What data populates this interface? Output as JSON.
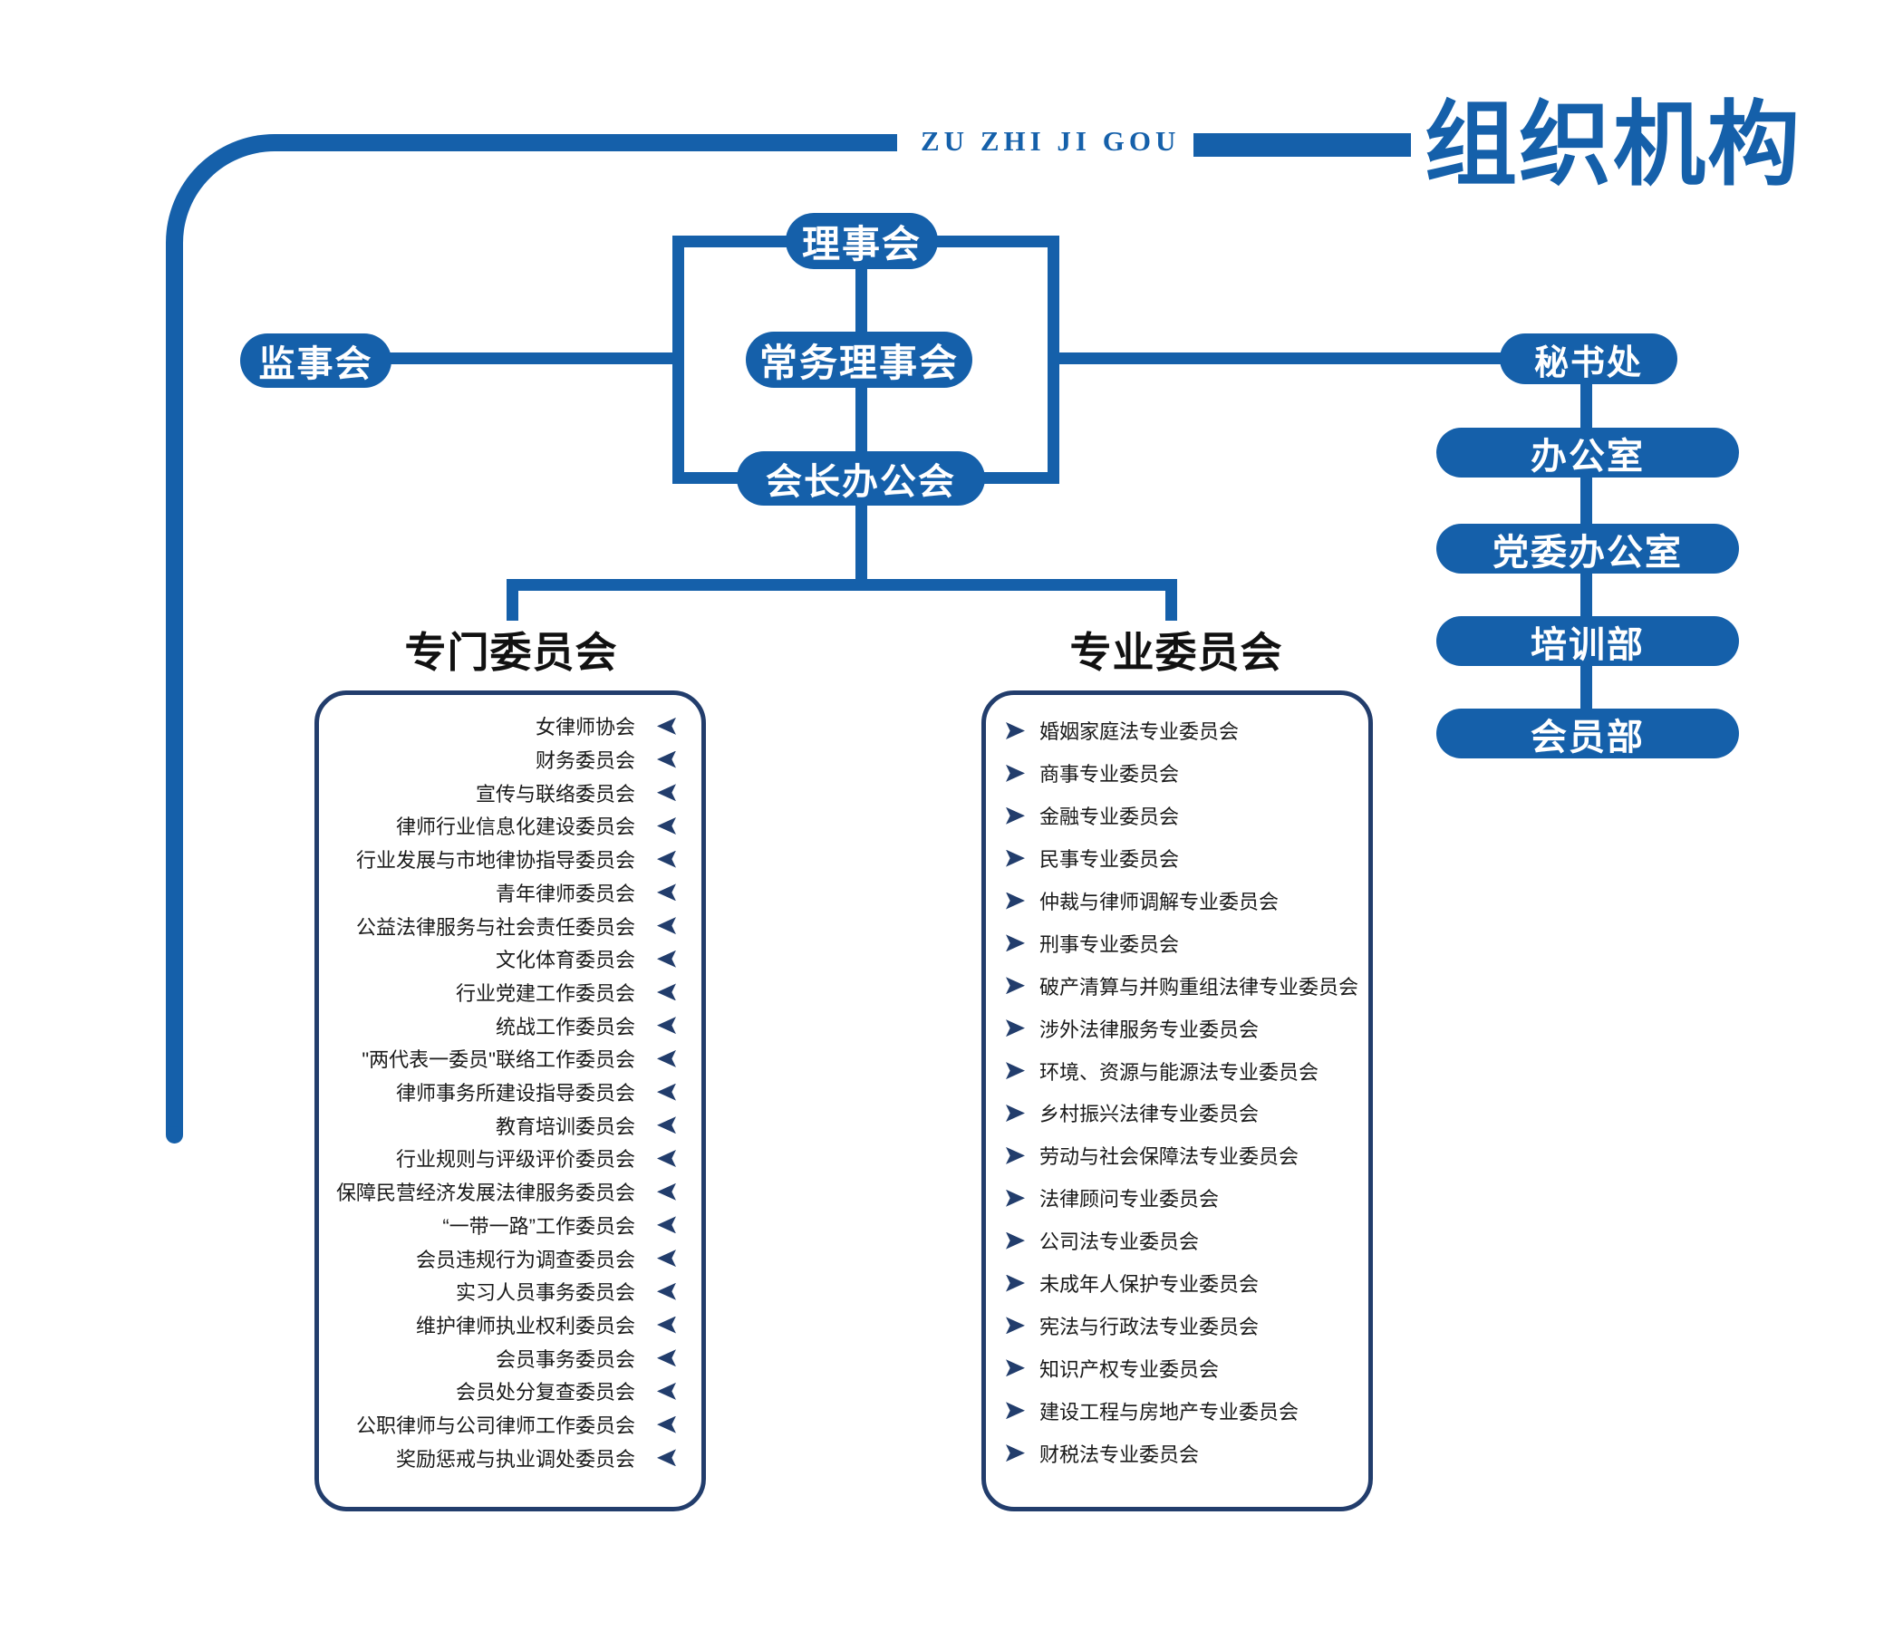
{
  "header": {
    "subtitle_latin": "ZU ZHI JI GOU",
    "title": "组织机构"
  },
  "colors": {
    "primary": "#1560AA",
    "navy": "#223D6C",
    "text": "#1A1A1A"
  },
  "org": {
    "board": "理事会",
    "standing_board": "常务理事会",
    "president_office": "会长办公会",
    "supervisory_board": "监事会",
    "secretariat": "秘书处",
    "secretariat_depts": [
      "办公室",
      "党委办公室",
      "培训部",
      "会员部"
    ]
  },
  "sections": {
    "special": {
      "title": "专门委员会",
      "items": [
        "女律师协会",
        "财务委员会",
        "宣传与联络委员会",
        "律师行业信息化建设委员会",
        "行业发展与市地律协指导委员会",
        "青年律师委员会",
        "公益法律服务与社会责任委员会",
        "文化体育委员会",
        "行业党建工作委员会",
        "统战工作委员会",
        "\"两代表一委员\"联络工作委员会",
        "律师事务所建设指导委员会",
        "教育培训委员会",
        "行业规则与评级评价委员会",
        "保障民营经济发展法律服务委员会",
        "“一带一路”工作委员会",
        "会员违规行为调查委员会",
        "实习人员事务委员会",
        "维护律师执业权利委员会",
        "会员事务委员会",
        "会员处分复查委员会",
        "公职律师与公司律师工作委员会",
        "奖励惩戒与执业调处委员会"
      ]
    },
    "professional": {
      "title": "专业委员会",
      "items": [
        "婚姻家庭法专业委员会",
        "商事专业委员会",
        "金融专业委员会",
        "民事专业委员会",
        "仲裁与律师调解专业委员会",
        "刑事专业委员会",
        "破产清算与并购重组法律专业委员会",
        "涉外法律服务专业委员会",
        "环境、资源与能源法专业委员会",
        "乡村振兴法律专业委员会",
        "劳动与社会保障法专业委员会",
        "法律顾问专业委员会",
        "公司法专业委员会",
        "未成年人保护专业委员会",
        "宪法与行政法专业委员会",
        "知识产权专业委员会",
        "建设工程与房地产专业委员会",
        "财税法专业委员会"
      ]
    }
  }
}
